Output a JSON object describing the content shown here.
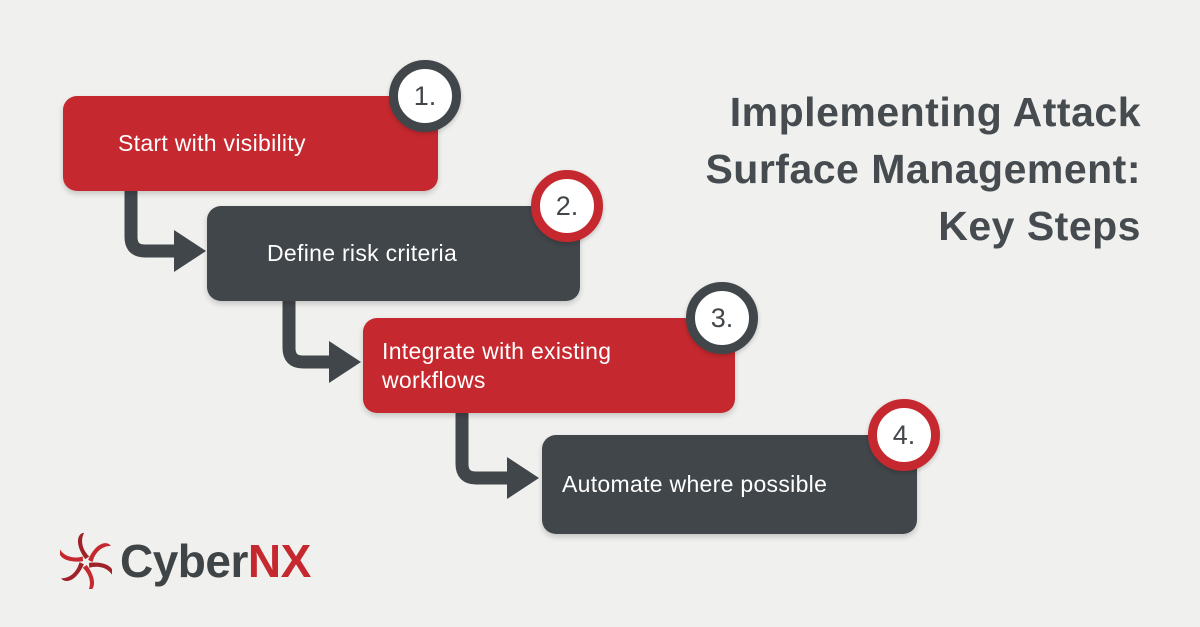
{
  "title": {
    "lines": [
      "Implementing Attack",
      "Surface Management:",
      "Key Steps"
    ],
    "color": "#454B4E"
  },
  "steps": [
    {
      "number": "1.",
      "label": "Start with visibility",
      "box_color": "#C5292F",
      "badge_border_color": "#41464A"
    },
    {
      "number": "2.",
      "label": "Define risk criteria",
      "box_color": "#41464A",
      "badge_border_color": "#C5292F"
    },
    {
      "number": "3.",
      "label": "Integrate with existing workflows",
      "box_color": "#C5292F",
      "badge_border_color": "#41464A"
    },
    {
      "number": "4.",
      "label": "Automate where possible",
      "box_color": "#41464A",
      "badge_border_color": "#C5292F"
    }
  ],
  "logo": {
    "text_primary": "Cyber",
    "text_accent": "NX",
    "icon": "swirl-icon",
    "primary_color": "#3F4447",
    "accent_color": "#C5292F"
  },
  "colors": {
    "background": "#F0F0EE",
    "red": "#C5292F",
    "dark_gray": "#41464A",
    "box_text": "#FFFFFF",
    "badge_fill": "#FFFFFF"
  }
}
